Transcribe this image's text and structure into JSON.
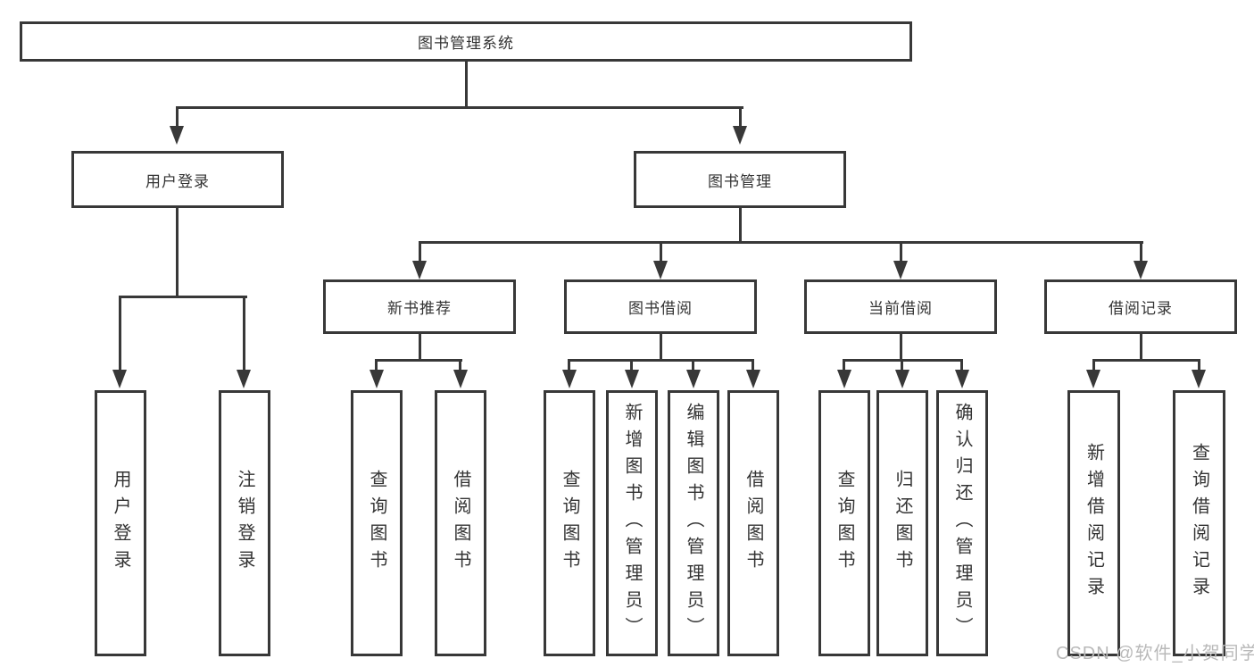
{
  "diagram": {
    "root": {
      "label": "图书管理系统"
    },
    "level2": [
      {
        "label": "用户登录"
      },
      {
        "label": "图书管理"
      }
    ],
    "level3": [
      {
        "parent": "图书管理",
        "label": "新书推荐"
      },
      {
        "parent": "图书管理",
        "label": "图书借阅"
      },
      {
        "parent": "图书管理",
        "label": "当前借阅"
      },
      {
        "parent": "图书管理",
        "label": "借阅记录"
      }
    ],
    "leaves": [
      {
        "parent": "用户登录",
        "label": "用户登录"
      },
      {
        "parent": "用户登录",
        "label": "注销登录"
      },
      {
        "parent": "新书推荐",
        "label": "查询图书"
      },
      {
        "parent": "新书推荐",
        "label": "借阅图书"
      },
      {
        "parent": "图书借阅",
        "label": "查询图书"
      },
      {
        "parent": "图书借阅",
        "label": "新增图书（管理员）"
      },
      {
        "parent": "图书借阅",
        "label": "编辑图书（管理员）"
      },
      {
        "parent": "图书借阅",
        "label": "借阅图书"
      },
      {
        "parent": "当前借阅",
        "label": "查询图书"
      },
      {
        "parent": "当前借阅",
        "label": "归还图书"
      },
      {
        "parent": "当前借阅",
        "label": "确认归还（管理员）"
      },
      {
        "parent": "借阅记录",
        "label": "新增借阅记录"
      },
      {
        "parent": "借阅记录",
        "label": "查询借阅记录"
      }
    ],
    "colors": {
      "line": "#383838",
      "text": "#333333",
      "background": "#ffffff",
      "watermark_text": "#b9b9b9"
    }
  },
  "watermark": {
    "text": "CSDN @软件_小贺同学"
  }
}
